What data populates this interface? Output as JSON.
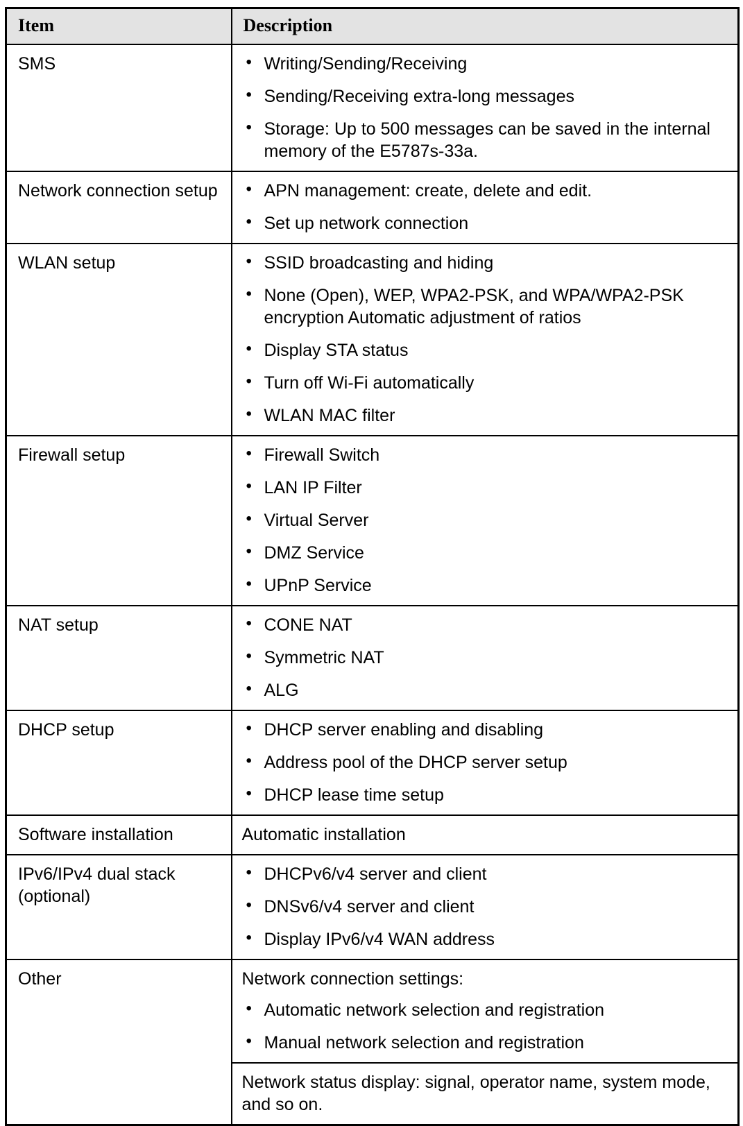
{
  "table": {
    "columns": [
      {
        "key": "item",
        "header": "Item"
      },
      {
        "key": "description",
        "header": "Description"
      }
    ],
    "header_bg": "#e3e3e3",
    "border_color": "#000000",
    "rows": [
      {
        "item": "SMS",
        "bullets": [
          "Writing/Sending/Receiving",
          "Sending/Receiving extra-long messages",
          "Storage: Up to 500 messages can be saved in the internal memory of the E5787s-33a."
        ]
      },
      {
        "item": "Network connection setup",
        "bullets": [
          "APN management: create, delete and edit.",
          "Set up network connection"
        ]
      },
      {
        "item": "WLAN setup",
        "bullets": [
          "SSID broadcasting and hiding",
          "None (Open), WEP, WPA2-PSK, and WPA/WPA2-PSK encryption Automatic adjustment of ratios",
          "Display STA status",
          "Turn off Wi-Fi automatically",
          "WLAN MAC filter"
        ]
      },
      {
        "item": "Firewall setup",
        "bullets": [
          "Firewall Switch",
          "LAN IP Filter",
          "Virtual Server",
          "DMZ Service",
          "UPnP Service"
        ]
      },
      {
        "item": "NAT setup",
        "bullets": [
          "CONE NAT",
          "Symmetric NAT",
          "ALG"
        ]
      },
      {
        "item": "DHCP setup",
        "bullets": [
          "DHCP server enabling and disabling",
          "Address pool of the DHCP server setup",
          "DHCP lease time setup"
        ]
      },
      {
        "item": "Software installation",
        "plain": "Automatic installation"
      },
      {
        "item": "IPv6/IPv4 dual stack (optional)",
        "bullets": [
          "DHCPv6/v4 server and client",
          "DNSv6/v4 server and client",
          "Display IPv6/v4 WAN address"
        ]
      },
      {
        "item": "Other",
        "subcells": [
          {
            "intro": "Network connection settings:",
            "bullets": [
              "Automatic network selection and registration",
              "Manual network selection and registration"
            ]
          },
          {
            "plain": "Network status display: signal, operator name, system mode, and so on."
          }
        ]
      }
    ]
  }
}
